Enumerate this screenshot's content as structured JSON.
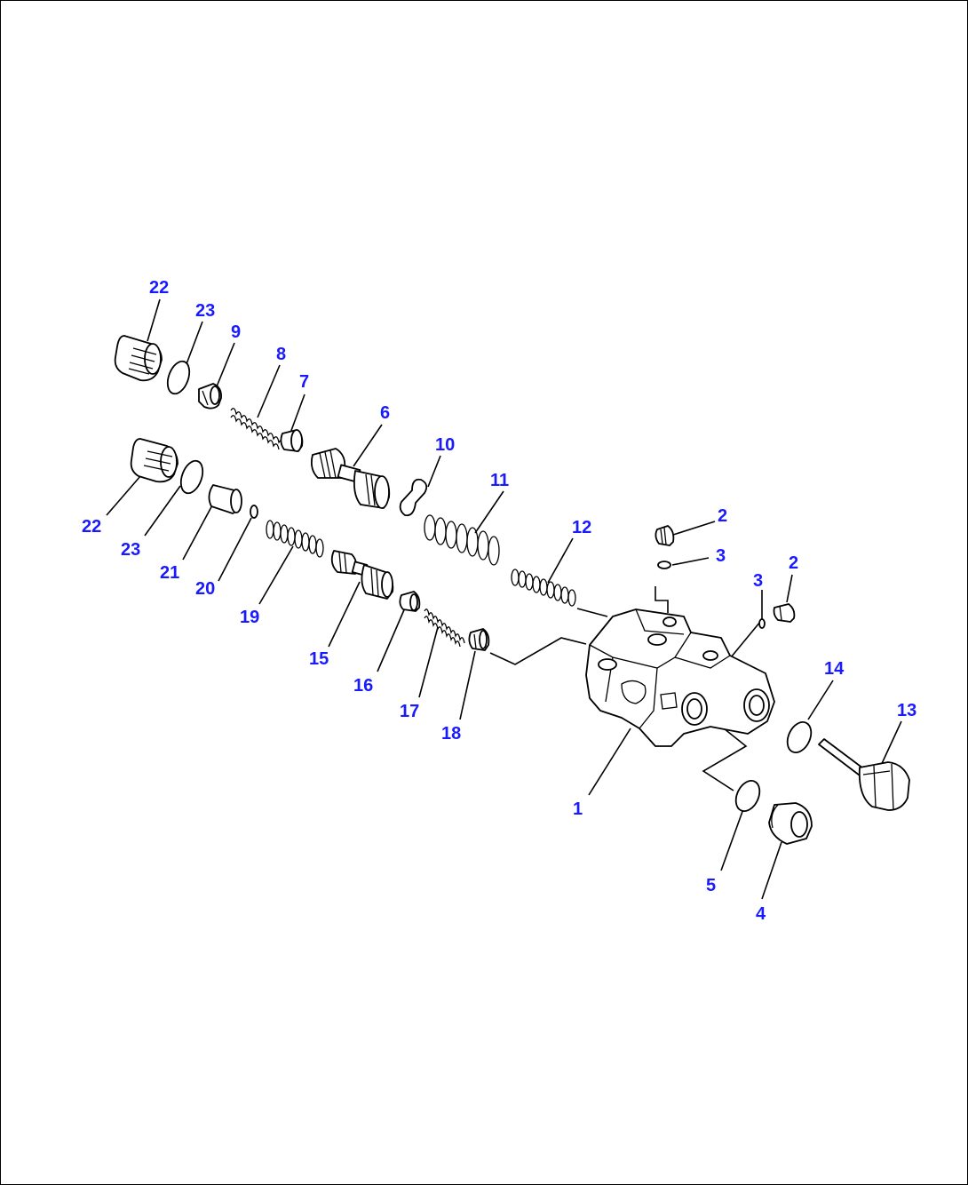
{
  "diagram": {
    "callouts": [
      {
        "id": "c-22a",
        "text": "22"
      },
      {
        "id": "c-23a",
        "text": "23"
      },
      {
        "id": "c-9",
        "text": "9"
      },
      {
        "id": "c-8",
        "text": "8"
      },
      {
        "id": "c-7",
        "text": "7"
      },
      {
        "id": "c-6",
        "text": "6"
      },
      {
        "id": "c-10",
        "text": "10"
      },
      {
        "id": "c-11",
        "text": "11"
      },
      {
        "id": "c-12",
        "text": "12"
      },
      {
        "id": "c-2a",
        "text": "2"
      },
      {
        "id": "c-3a",
        "text": "3"
      },
      {
        "id": "c-3b",
        "text": "3"
      },
      {
        "id": "c-2b",
        "text": "2"
      },
      {
        "id": "c-22b",
        "text": "22"
      },
      {
        "id": "c-23b",
        "text": "23"
      },
      {
        "id": "c-21",
        "text": "21"
      },
      {
        "id": "c-20",
        "text": "20"
      },
      {
        "id": "c-19",
        "text": "19"
      },
      {
        "id": "c-15",
        "text": "15"
      },
      {
        "id": "c-16",
        "text": "16"
      },
      {
        "id": "c-17",
        "text": "17"
      },
      {
        "id": "c-18",
        "text": "18"
      },
      {
        "id": "c-14",
        "text": "14"
      },
      {
        "id": "c-13",
        "text": "13"
      },
      {
        "id": "c-1",
        "text": "1"
      },
      {
        "id": "c-5",
        "text": "5"
      },
      {
        "id": "c-4",
        "text": "4"
      }
    ],
    "colors": {
      "callout": "#1a1aff",
      "line": "#000000",
      "background": "#ffffff"
    }
  }
}
